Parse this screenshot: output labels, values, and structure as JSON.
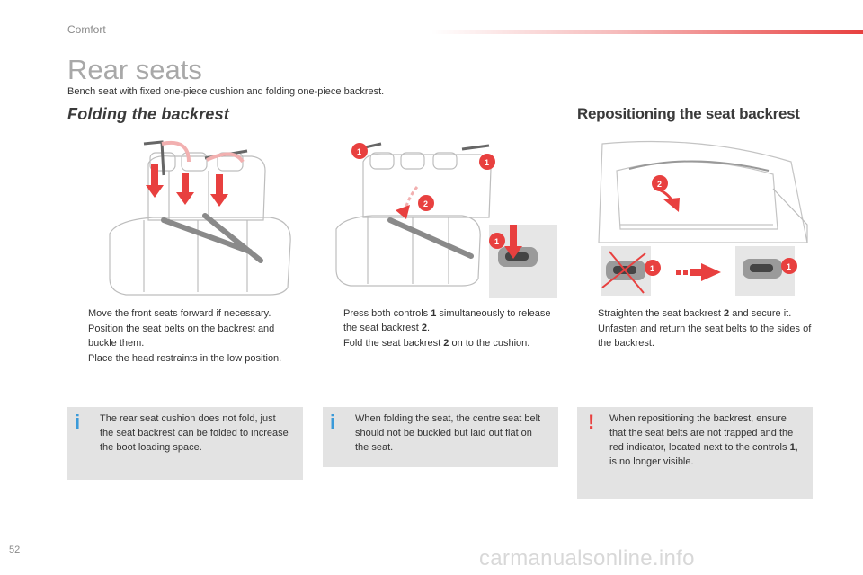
{
  "header": {
    "section": "Comfort"
  },
  "page": {
    "title": "Rear seats",
    "subtitle": "Bench seat with fixed one-piece cushion and folding one-piece backrest.",
    "number": "52"
  },
  "sections": {
    "folding": {
      "heading": "Folding the backrest",
      "col1": [
        {
          "mark": "",
          "text": "Move the front seats forward if necessary."
        },
        {
          "mark": "",
          "text": "Position the seat belts on the backrest and buckle them."
        },
        {
          "mark": "",
          "text": "Place the head restraints in the low position."
        }
      ],
      "col2_1_a": "Press both controls ",
      "col2_1_b": "1",
      "col2_1_c": " simultaneously to release the seat backrest ",
      "col2_1_d": "2",
      "col2_1_e": ".",
      "col2_2_a": "Fold the seat backrest ",
      "col2_2_b": "2",
      "col2_2_c": " on to the cushion.",
      "mark": ""
    },
    "repositioning": {
      "heading": "Repositioning the seat backrest",
      "r1_a": "Straighten the seat backrest ",
      "r1_b": "2",
      "r1_c": " and secure it.",
      "r2": "Unfasten and return the seat belts to the sides of the backrest.",
      "mark": ""
    }
  },
  "notes": {
    "note1": {
      "icon": "i",
      "text": "The rear seat cushion does not fold, just the seat backrest can be folded to increase the boot loading space."
    },
    "note2": {
      "icon": "i",
      "text": "When folding the seat, the centre seat belt should not be buckled but laid out flat on the seat."
    },
    "note3": {
      "icon": "!",
      "a": "When repositioning the backrest, ensure that the seat belts are not trapped and the red indicator, located next to the controls ",
      "b": "1",
      "c": ", is no longer visible."
    }
  },
  "illustration_labels": {
    "one": "1",
    "two": "2"
  },
  "watermark": "carmanualsonline.info",
  "colors": {
    "accent_red": "#e8403f",
    "info_blue": "#3a9ad9",
    "note_bg": "#e3e3e3"
  }
}
